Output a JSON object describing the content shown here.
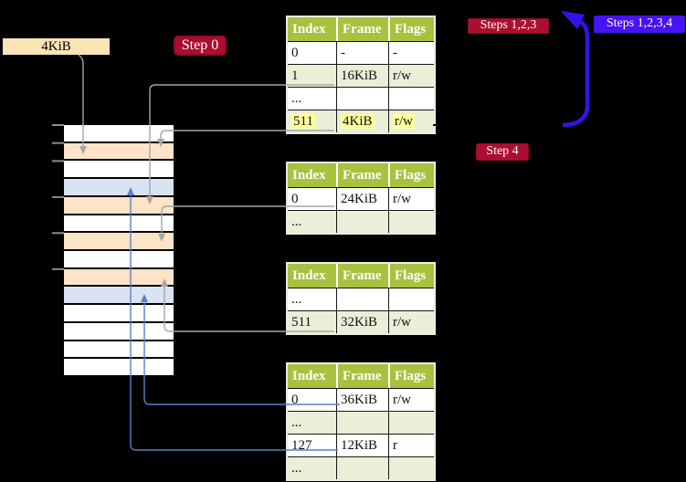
{
  "labels": {
    "size_box": "4KiB",
    "step0": "Step 0",
    "steps123": "Steps 1,2,3",
    "steps1234": "Steps 1,2,3,4",
    "step4": "Step 4"
  },
  "page_tables": [
    {
      "headers": [
        "Index",
        "Frame",
        "Flags"
      ],
      "rows": [
        {
          "cells": [
            "0",
            "-",
            "-"
          ],
          "highlighted": false
        },
        {
          "cells": [
            "1",
            "16KiB",
            "r/w"
          ],
          "highlighted": false
        },
        {
          "cells": [
            "...",
            "",
            ""
          ],
          "highlighted": false
        },
        {
          "cells": [
            "511",
            "4KiB",
            "r/w"
          ],
          "highlighted": true
        }
      ]
    },
    {
      "headers": [
        "Index",
        "Frame",
        "Flags"
      ],
      "rows": [
        {
          "cells": [
            "0",
            "24KiB",
            "r/w"
          ],
          "highlighted": false
        },
        {
          "cells": [
            "...",
            "",
            ""
          ],
          "highlighted": false
        }
      ]
    },
    {
      "headers": [
        "Index",
        "Frame",
        "Flags"
      ],
      "rows": [
        {
          "cells": [
            "...",
            "",
            ""
          ],
          "highlighted": false
        },
        {
          "cells": [
            "511",
            "32KiB",
            "r/w"
          ],
          "highlighted": false
        }
      ]
    },
    {
      "headers": [
        "Index",
        "Frame",
        "Flags"
      ],
      "rows": [
        {
          "cells": [
            "0",
            "36KiB",
            "r/w"
          ],
          "highlighted": false
        },
        {
          "cells": [
            "...",
            "",
            ""
          ],
          "highlighted": false
        },
        {
          "cells": [
            "127",
            "12KiB",
            "r"
          ],
          "highlighted": false
        },
        {
          "cells": [
            "...",
            "",
            ""
          ],
          "highlighted": false
        }
      ]
    }
  ],
  "memory_stack": {
    "row_colors": [
      "white",
      "peach",
      "white",
      "blue",
      "peach",
      "white",
      "peach",
      "white",
      "peach",
      "blue",
      "white",
      "white",
      "white",
      "white"
    ],
    "tick_count": 6
  },
  "colors": {
    "background": "#000000",
    "table_header_green": "#a6c23f",
    "table_alt_row_green": "#eaf0d8",
    "memory_table_peach": "#fde4c8",
    "memory_page_blue": "#dae3f3",
    "highlight_yellow": "#ffff9c",
    "badge_red": "#ab0e2f",
    "badge_blue": "#4613f2",
    "connector_gray": "#a6a6a6",
    "connector_blue": "#5b81c4",
    "loop_arrow_blue": "#3a10e8",
    "size_box_wheat": "#fbe5b6"
  }
}
